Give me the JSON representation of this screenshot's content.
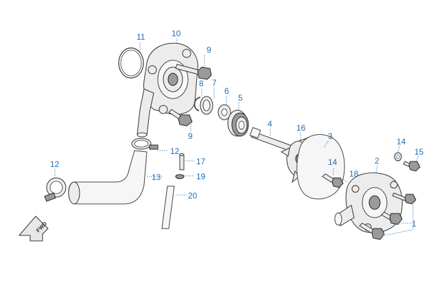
{
  "diagram": {
    "callouts": [
      {
        "id": "c11",
        "label": "11"
      },
      {
        "id": "c10",
        "label": "10"
      },
      {
        "id": "c9a",
        "label": "9"
      },
      {
        "id": "c8",
        "label": "8"
      },
      {
        "id": "c7",
        "label": "7"
      },
      {
        "id": "c6",
        "label": "6"
      },
      {
        "id": "c5",
        "label": "5"
      },
      {
        "id": "c4",
        "label": "4"
      },
      {
        "id": "c16",
        "label": "16"
      },
      {
        "id": "c3",
        "label": "3"
      },
      {
        "id": "c9b",
        "label": "9"
      },
      {
        "id": "c12a",
        "label": "12"
      },
      {
        "id": "c17",
        "label": "17"
      },
      {
        "id": "c19",
        "label": "19"
      },
      {
        "id": "c13",
        "label": "13"
      },
      {
        "id": "c20",
        "label": "20"
      },
      {
        "id": "c12b",
        "label": "12"
      },
      {
        "id": "c14a",
        "label": "14"
      },
      {
        "id": "c18",
        "label": "18"
      },
      {
        "id": "c2",
        "label": "2"
      },
      {
        "id": "c14b",
        "label": "14"
      },
      {
        "id": "c15",
        "label": "15"
      },
      {
        "id": "c1",
        "label": "1"
      }
    ],
    "fwd_badge": "FWD"
  }
}
